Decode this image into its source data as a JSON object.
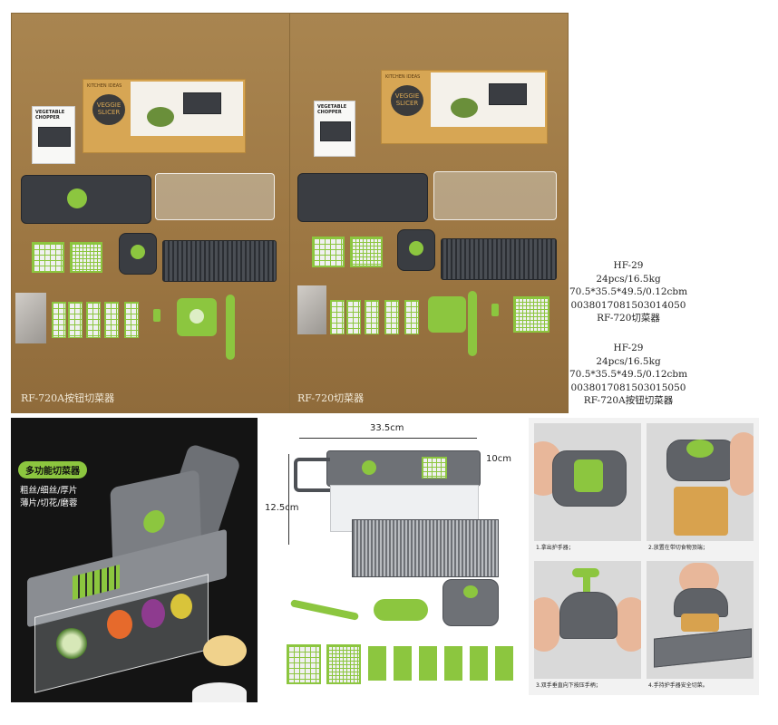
{
  "photos": {
    "left_caption": "RF-720A按钮切菜器",
    "right_caption": "RF-720切菜器",
    "box_brand": "KITCHEN IDEAS",
    "box_title_1": "VEGGIE",
    "box_title_2": "SLICER",
    "manual_title_1": "VEGETABLE",
    "manual_title_2": "CHOPPER"
  },
  "specs": [
    {
      "model": "HF-29",
      "packing": "24pcs/16.5kg",
      "size": "70.5*35.5*49.5/0.12cbm",
      "barcode": "0038017081503014050",
      "name": "RF-720切菜器"
    },
    {
      "model": "HF-29",
      "packing": "24pcs/16.5kg",
      "size": "70.5*35.5*49.5/0.12cbm",
      "barcode": "0038017081503015050",
      "name": "RF-720A按钮切菜器"
    }
  ],
  "poster": {
    "badge": "多功能切菜器",
    "line1": "粗丝/细丝/厚片",
    "line2": "薄片/切花/磨蓉"
  },
  "diagram": {
    "width": "33.5cm",
    "height": "12.5cm",
    "depth": "10cm"
  },
  "steps": [
    "1.拿出护手器；",
    "2.放置在带切食物顶端；",
    "3.双手垂直向下按压手柄；",
    "4.手持护手器安全切菜。"
  ],
  "colors": {
    "accent_green": "#8cc63f",
    "body_gray": "#3a3d42",
    "cardboard": "#a07a45"
  }
}
